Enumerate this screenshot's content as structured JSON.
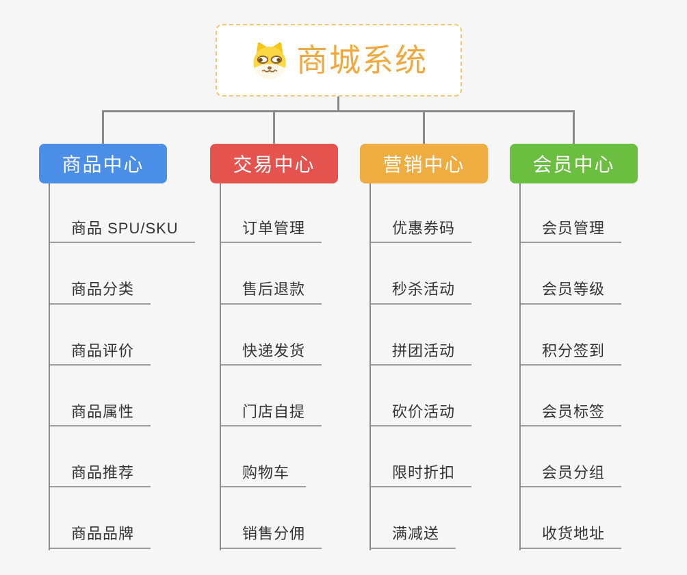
{
  "theme": {
    "bg": "#f6f6f6",
    "line-color": "#8a8a8a",
    "underline-color": "#9a9a9a",
    "item-text": "#333333"
  },
  "root": {
    "title": "商城系统",
    "icon": "doge-face-icon",
    "text_color": "#efa93e",
    "border_color": "#f3c672",
    "bg": "#ffffff"
  },
  "branches": [
    {
      "label": "商品中心",
      "color": "#4a8ee8",
      "items": [
        "商品 SPU/SKU",
        "商品分类",
        "商品评价",
        "商品属性",
        "商品推荐",
        "商品品牌"
      ]
    },
    {
      "label": "交易中心",
      "color": "#e5534e",
      "items": [
        "订单管理",
        "售后退款",
        "快递发货",
        "门店自提",
        "购物车",
        "销售分佣"
      ]
    },
    {
      "label": "营销中心",
      "color": "#efac40",
      "items": [
        "优惠券码",
        "秒杀活动",
        "拼团活动",
        "砍价活动",
        "限时折扣",
        "满减送"
      ]
    },
    {
      "label": "会员中心",
      "color": "#6cbe40",
      "items": [
        "会员管理",
        "会员等级",
        "积分签到",
        "会员标签",
        "会员分组",
        "收货地址"
      ]
    }
  ]
}
